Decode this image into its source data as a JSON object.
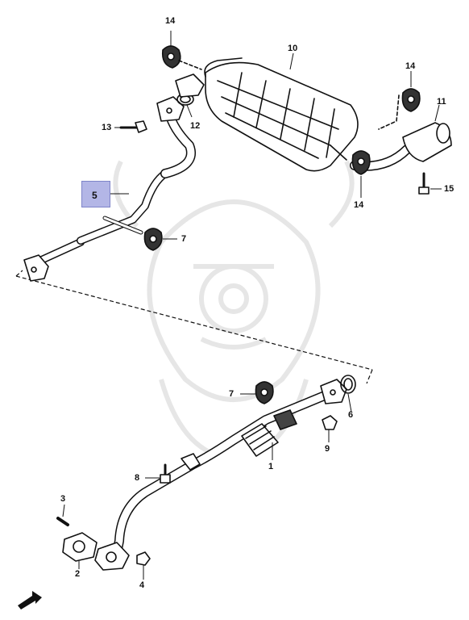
{
  "diagram": {
    "part_numbers": {
      "p1": "1",
      "p2": "2",
      "p3": "3",
      "p4": "4",
      "p5": "5",
      "p6": "6",
      "p7_upper": "7",
      "p7_lower": "7",
      "p8": "8",
      "p9": "9",
      "p10": "10",
      "p11": "11",
      "p12": "12",
      "p13": "13",
      "p14_top": "14",
      "p14_right": "14",
      "p14_middle": "14",
      "p15": "15"
    },
    "highlighted_part": "5",
    "colors": {
      "line": "#111111",
      "highlight_fill": "#b3b6e6",
      "watermark": "#e6e6e6"
    },
    "icons": [
      "front-arrow-icon",
      "watermark-emblem"
    ]
  }
}
